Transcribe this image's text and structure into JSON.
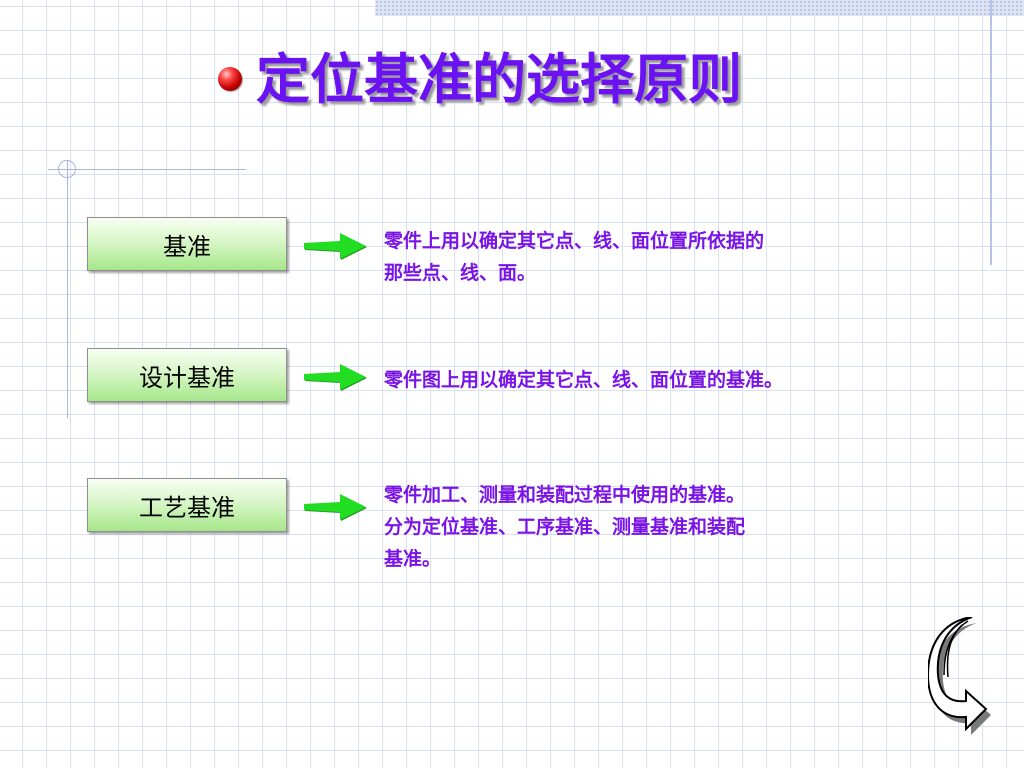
{
  "slide": {
    "title": "定位基准的选择原则"
  },
  "items": [
    {
      "term": "基准",
      "lines": [
        "零件上用以确定其它点、线、面位置所依据的",
        "那些点、线、面。"
      ]
    },
    {
      "term": "设计基准",
      "lines": [
        "零件图上用以确定其它点、线、面位置的基准。"
      ]
    },
    {
      "term": "工艺基准",
      "lines": [
        "零件加工、测量和装配过程中使用的基准。",
        "分为定位基准、工序基准、测量基准和装配",
        "基准。"
      ]
    }
  ],
  "icons": {
    "bullet": "red-ball-bullet-icon",
    "arrow": "green-right-arrow-icon",
    "corner": "curved-return-arrow-icon"
  },
  "colors": {
    "title": "#6b12f2",
    "text": "#7a14e6",
    "box_top": "#f7fff2",
    "box_bottom": "#a6e78a",
    "arrow": "#22dd22"
  }
}
